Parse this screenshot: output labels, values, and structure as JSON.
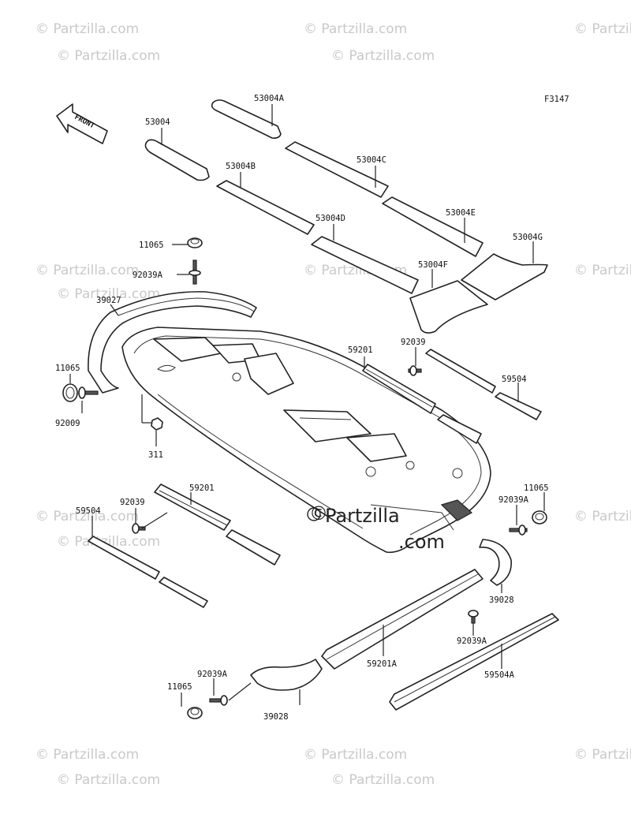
{
  "figure_code": "F3147",
  "front_marker": "FRONT",
  "watermark": "© Partzilla.com",
  "center_watermark_symbol": "©",
  "center_watermark_line1": "Partzilla",
  "center_watermark_line2": ".com",
  "labels": {
    "mat_53004": "53004",
    "mat_53004A": "53004A",
    "mat_53004B": "53004B",
    "mat_53004C": "53004C",
    "mat_53004D": "53004D",
    "mat_53004E": "53004E",
    "mat_53004F": "53004F",
    "mat_53004G": "53004G",
    "cap_11065_top": "11065",
    "rivet_92039A_top": "92039A",
    "bumper_39027": "39027",
    "cap_11065_left": "11065",
    "rivet_92009": "92009",
    "nut_311": "311",
    "guard_59201_right": "59201",
    "rivet_92039_right": "92039",
    "strip_59504_right": "59504",
    "guard_59201_left": "59201",
    "rivet_92039_left": "92039",
    "strip_59504_left": "59504",
    "cap_11065_right": "11065",
    "rivet_92039A_right": "92039A",
    "bumper_39028_right": "39028",
    "rivet_92039A_mid": "92039A",
    "guard_59201A": "59201A",
    "strip_59504A": "59504A",
    "rivet_92039A_bottom": "92039A",
    "cap_11065_bottom": "11065",
    "bumper_39028_bottom": "39028"
  }
}
